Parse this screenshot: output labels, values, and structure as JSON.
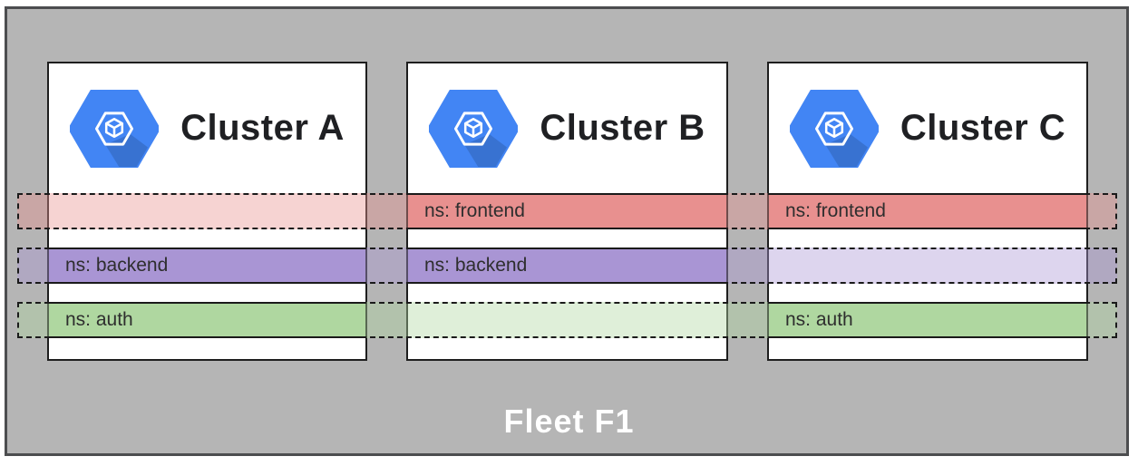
{
  "fleet": {
    "label": "Fleet F1"
  },
  "clusters": [
    {
      "name": "Cluster A"
    },
    {
      "name": "Cluster B"
    },
    {
      "name": "Cluster C"
    }
  ],
  "namespaces": [
    {
      "label": "ns: frontend",
      "color_key": "frontend",
      "clusters_solid": [
        "Cluster B",
        "Cluster C"
      ],
      "clusters_faded": [
        "Cluster A"
      ]
    },
    {
      "label": "ns: backend",
      "color_key": "backend",
      "clusters_solid": [
        "Cluster A",
        "Cluster B"
      ],
      "clusters_faded": [
        "Cluster C"
      ]
    },
    {
      "label": "ns: auth",
      "color_key": "auth",
      "clusters_solid": [
        "Cluster A",
        "Cluster C"
      ],
      "clusters_faded": [
        "Cluster B"
      ]
    }
  ],
  "icons": [
    {
      "name": "gke-cluster-icon",
      "description": "blue hexagon with white cube"
    }
  ],
  "colors": {
    "fleet_bg": "#b5b5b5",
    "fleet_border": "#4c4d4f",
    "card_border": "#1e1e1e",
    "band_border": "#1a1a1a",
    "frontend": "#e8908f",
    "backend": "#a995d4",
    "auth": "#afd7a0",
    "faded_alpha": "0.4",
    "icon_blue": "#4285f4",
    "icon_shadow": "#2b63c4",
    "title_text": "#1f2023",
    "label_text": "#2e2e2e",
    "fleet_label_text": "#ffffff"
  }
}
